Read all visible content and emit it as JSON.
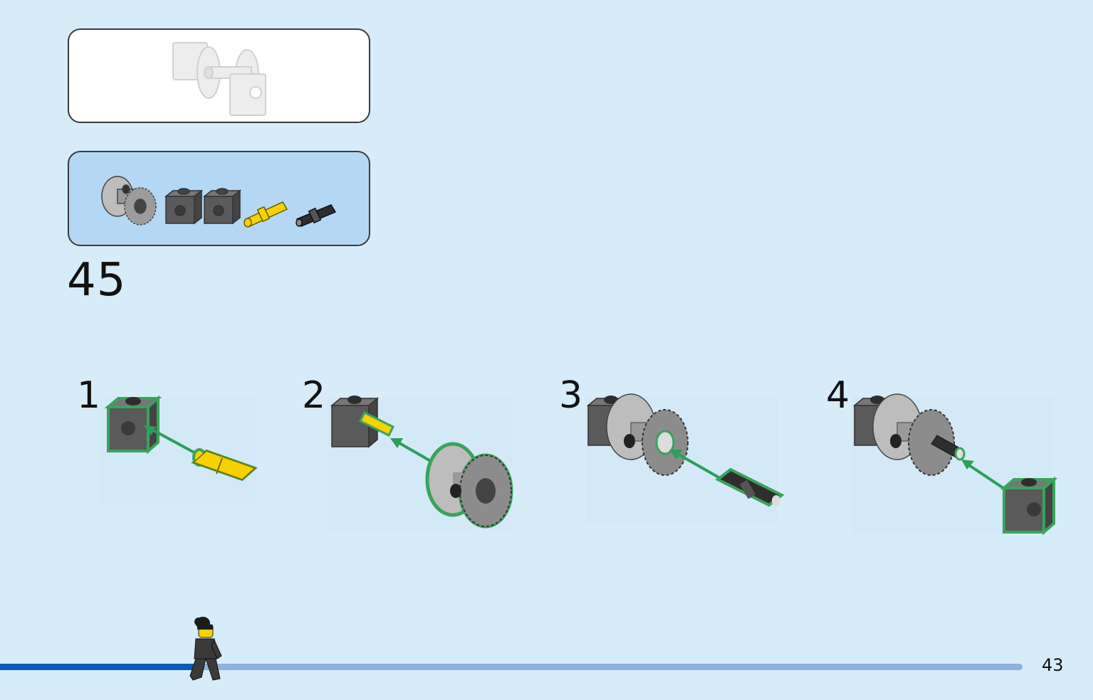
{
  "step": {
    "number": "45"
  },
  "sub_steps": [
    {
      "number": "1"
    },
    {
      "number": "2"
    },
    {
      "number": "3"
    },
    {
      "number": "4"
    }
  ],
  "progress": {
    "fraction": 0.2
  },
  "page": {
    "number": "43"
  },
  "colors": {
    "background": "#d6ecf9",
    "parts_box": "#b4d8f4",
    "highlight_green": "#3aa35b",
    "arrow_green": "#2e9e5a",
    "progress_fill": "#0a5db4",
    "progress_track": "#8fb1dd",
    "brick_dark_gray": "#5a5a5a",
    "pin_yellow": "#f5d200",
    "gear_gray": "#b9b9b9"
  }
}
